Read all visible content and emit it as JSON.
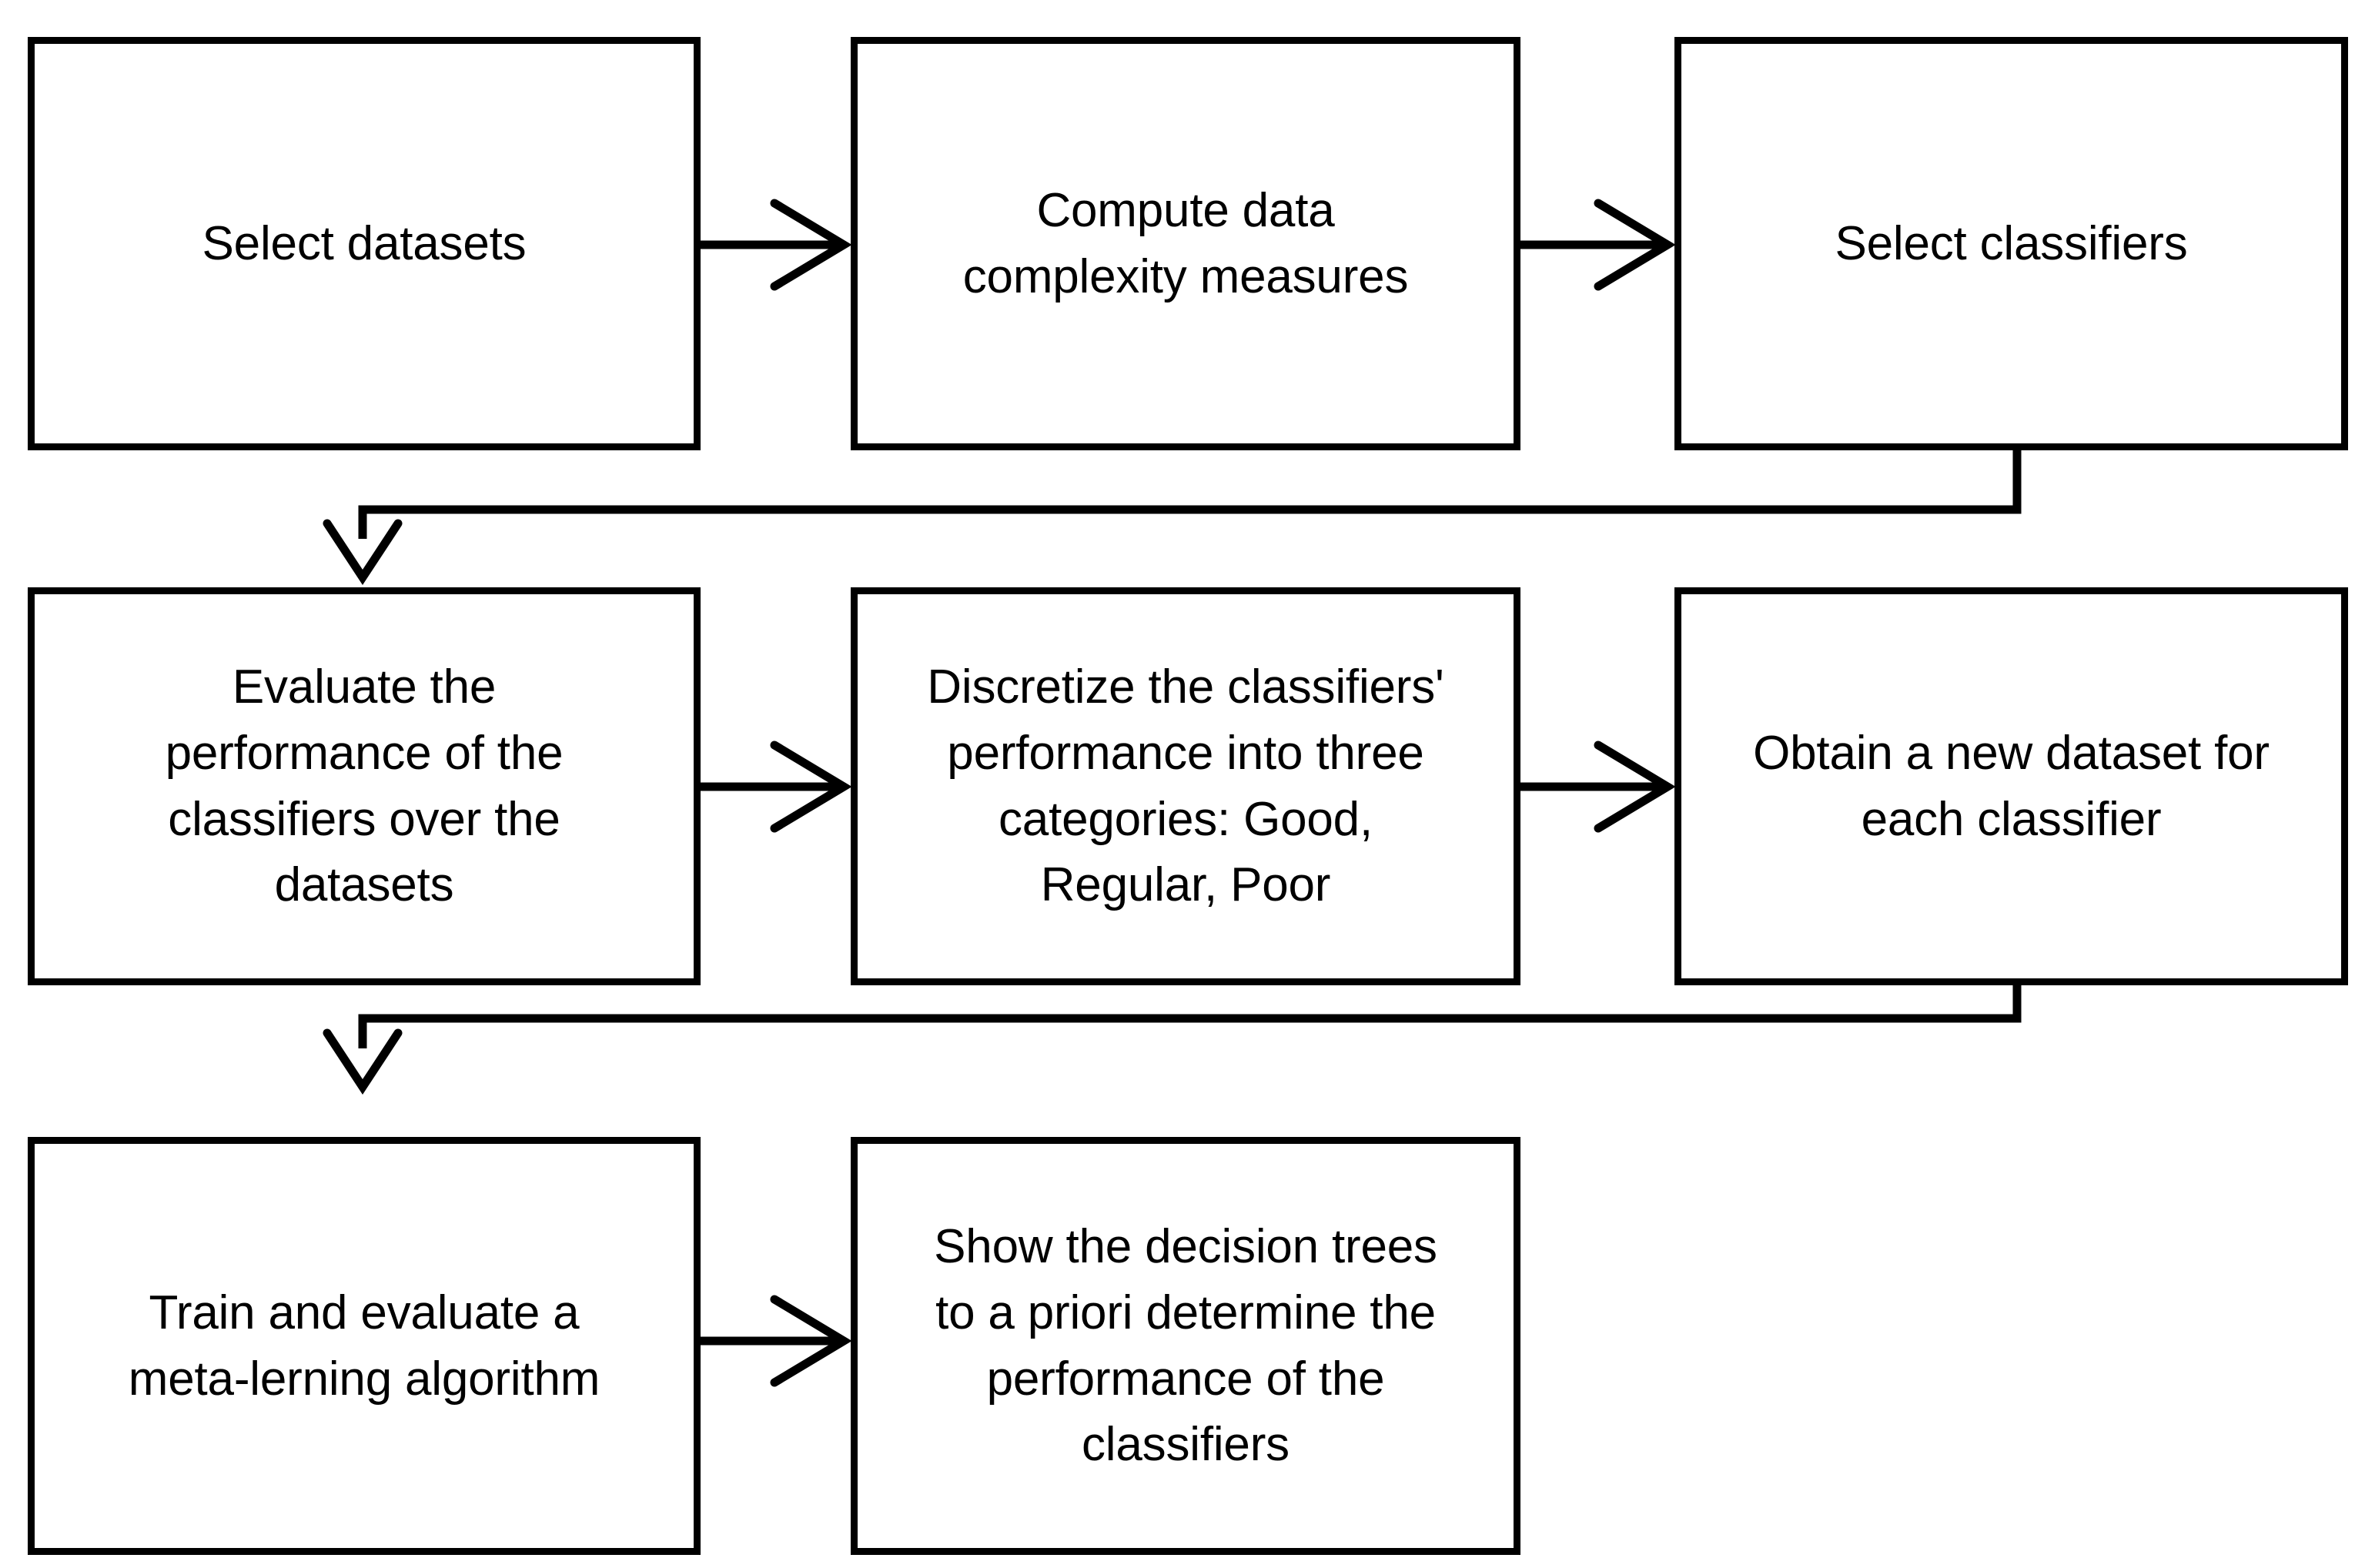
{
  "diagram": {
    "title": "Meta-learning experimental methodology flowchart",
    "background_color": "#ffffff",
    "stroke_color": "#000000",
    "nodes": [
      {
        "id": "select-datasets",
        "label": "Select datasets",
        "row": 1,
        "col": 1
      },
      {
        "id": "compute-complexity",
        "label": "Compute data\ncomplexity measures",
        "row": 1,
        "col": 2
      },
      {
        "id": "select-classifiers",
        "label": "Select classifiers",
        "row": 1,
        "col": 3
      },
      {
        "id": "evaluate-performance",
        "label": "Evaluate the\nperformance of the\nclassifiers over the\ndatasets",
        "row": 2,
        "col": 1
      },
      {
        "id": "discretize",
        "label": "Discretize the classifiers'\nperformance into three\ncategories: Good,\nRegular, Poor",
        "row": 2,
        "col": 2
      },
      {
        "id": "obtain-dataset",
        "label": "Obtain a new dataset for\neach classifier",
        "row": 2,
        "col": 3
      },
      {
        "id": "train-meta",
        "label": "Train and evaluate a\nmeta-lerning algorithm",
        "row": 3,
        "col": 1
      },
      {
        "id": "show-trees",
        "label": "Show the decision trees\nto a priori determine the\nperformance of the\nclassifiers",
        "row": 3,
        "col": 2
      }
    ],
    "edges": [
      {
        "from": "select-datasets",
        "to": "compute-complexity",
        "style": "straight-right"
      },
      {
        "from": "compute-complexity",
        "to": "select-classifiers",
        "style": "straight-right"
      },
      {
        "from": "select-classifiers",
        "to": "evaluate-performance",
        "style": "elbow-down-left"
      },
      {
        "from": "evaluate-performance",
        "to": "discretize",
        "style": "straight-right"
      },
      {
        "from": "discretize",
        "to": "obtain-dataset",
        "style": "straight-right"
      },
      {
        "from": "obtain-dataset",
        "to": "train-meta",
        "style": "elbow-down-left"
      },
      {
        "from": "train-meta",
        "to": "show-trees",
        "style": "straight-right"
      }
    ]
  }
}
